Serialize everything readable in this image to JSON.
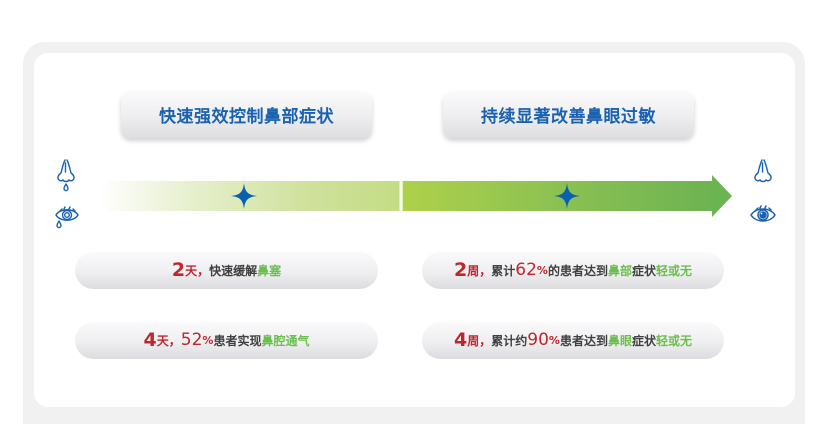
{
  "headers": {
    "left": "快速强效控制鼻部症状",
    "right": "持续显著改善鼻眼过敏"
  },
  "timeline": {
    "left_marker": "star-icon",
    "right_marker": "star-icon",
    "colors": {
      "left_segment": "#c4dc85",
      "right_segment_start": "#aed14a",
      "right_segment_end": "#6db352",
      "marker": "#0a5fae"
    }
  },
  "side_icons": {
    "left": [
      "runny-nose-icon",
      "teary-eye-icon"
    ],
    "right": [
      "nose-icon",
      "eye-icon"
    ]
  },
  "pills": [
    {
      "id": "left-row1",
      "num": "2",
      "unit": "天",
      "sep": "，",
      "text_pre": "快速缓解",
      "pct_num": "",
      "pct_sign": "",
      "text_mid": "",
      "green1": "鼻塞",
      "text_post": "",
      "green2": ""
    },
    {
      "id": "left-row2",
      "num": "4",
      "unit": "天",
      "sep": "，",
      "text_pre": "",
      "pct_num": "52",
      "pct_sign": "%",
      "text_mid": "患者实现",
      "green1": "鼻腔通气",
      "text_post": "",
      "green2": ""
    },
    {
      "id": "right-row1",
      "num": "2",
      "unit": "周",
      "sep": "，",
      "text_pre": "累计",
      "pct_num": "62",
      "pct_sign": "%",
      "text_mid": "的患者达到",
      "green1": "鼻部",
      "text_post": "症状",
      "green2": "轻或无"
    },
    {
      "id": "right-row2",
      "num": "4",
      "unit": "周",
      "sep": "，",
      "text_pre": "累计约",
      "pct_num": "90",
      "pct_sign": "%",
      "text_mid": "患者达到",
      "green1": "鼻眼",
      "text_post": "症状",
      "green2": "轻或无"
    }
  ],
  "colors": {
    "header_text": "#1a62b0",
    "highlight_red": "#c0262d",
    "highlight_green": "#6cbf4e",
    "body_text": "#404040",
    "frame": "#f1f1f1",
    "icon_blue": "#1a62b0"
  }
}
